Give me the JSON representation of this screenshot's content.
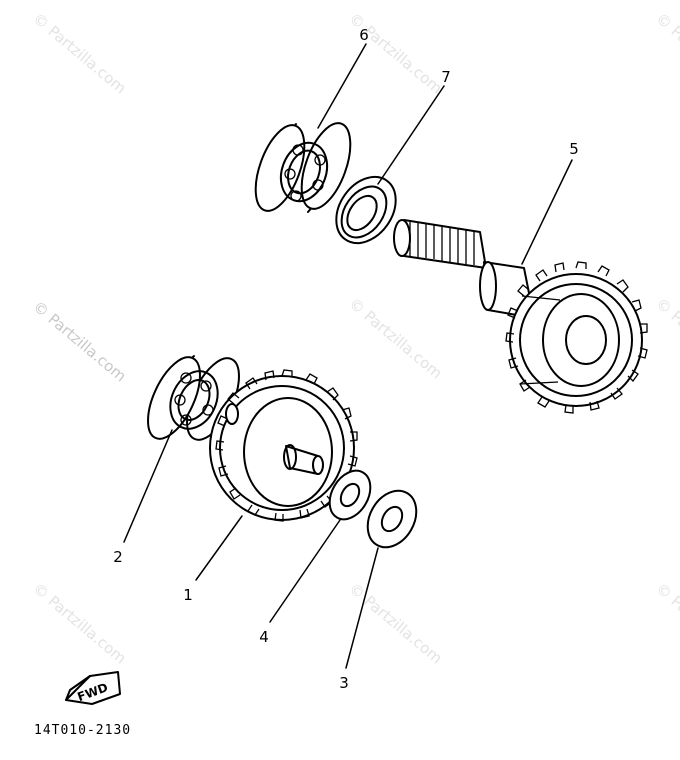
{
  "diagram": {
    "part_code": "14T010-2130",
    "fwd_label": "FWD",
    "watermark_text": "© Partzilla.com",
    "callouts": [
      "1",
      "2",
      "3",
      "4",
      "5",
      "6",
      "7"
    ]
  },
  "colors": {
    "ink": "#000000",
    "watermark": "#c8c8c8",
    "background": "#ffffff"
  }
}
